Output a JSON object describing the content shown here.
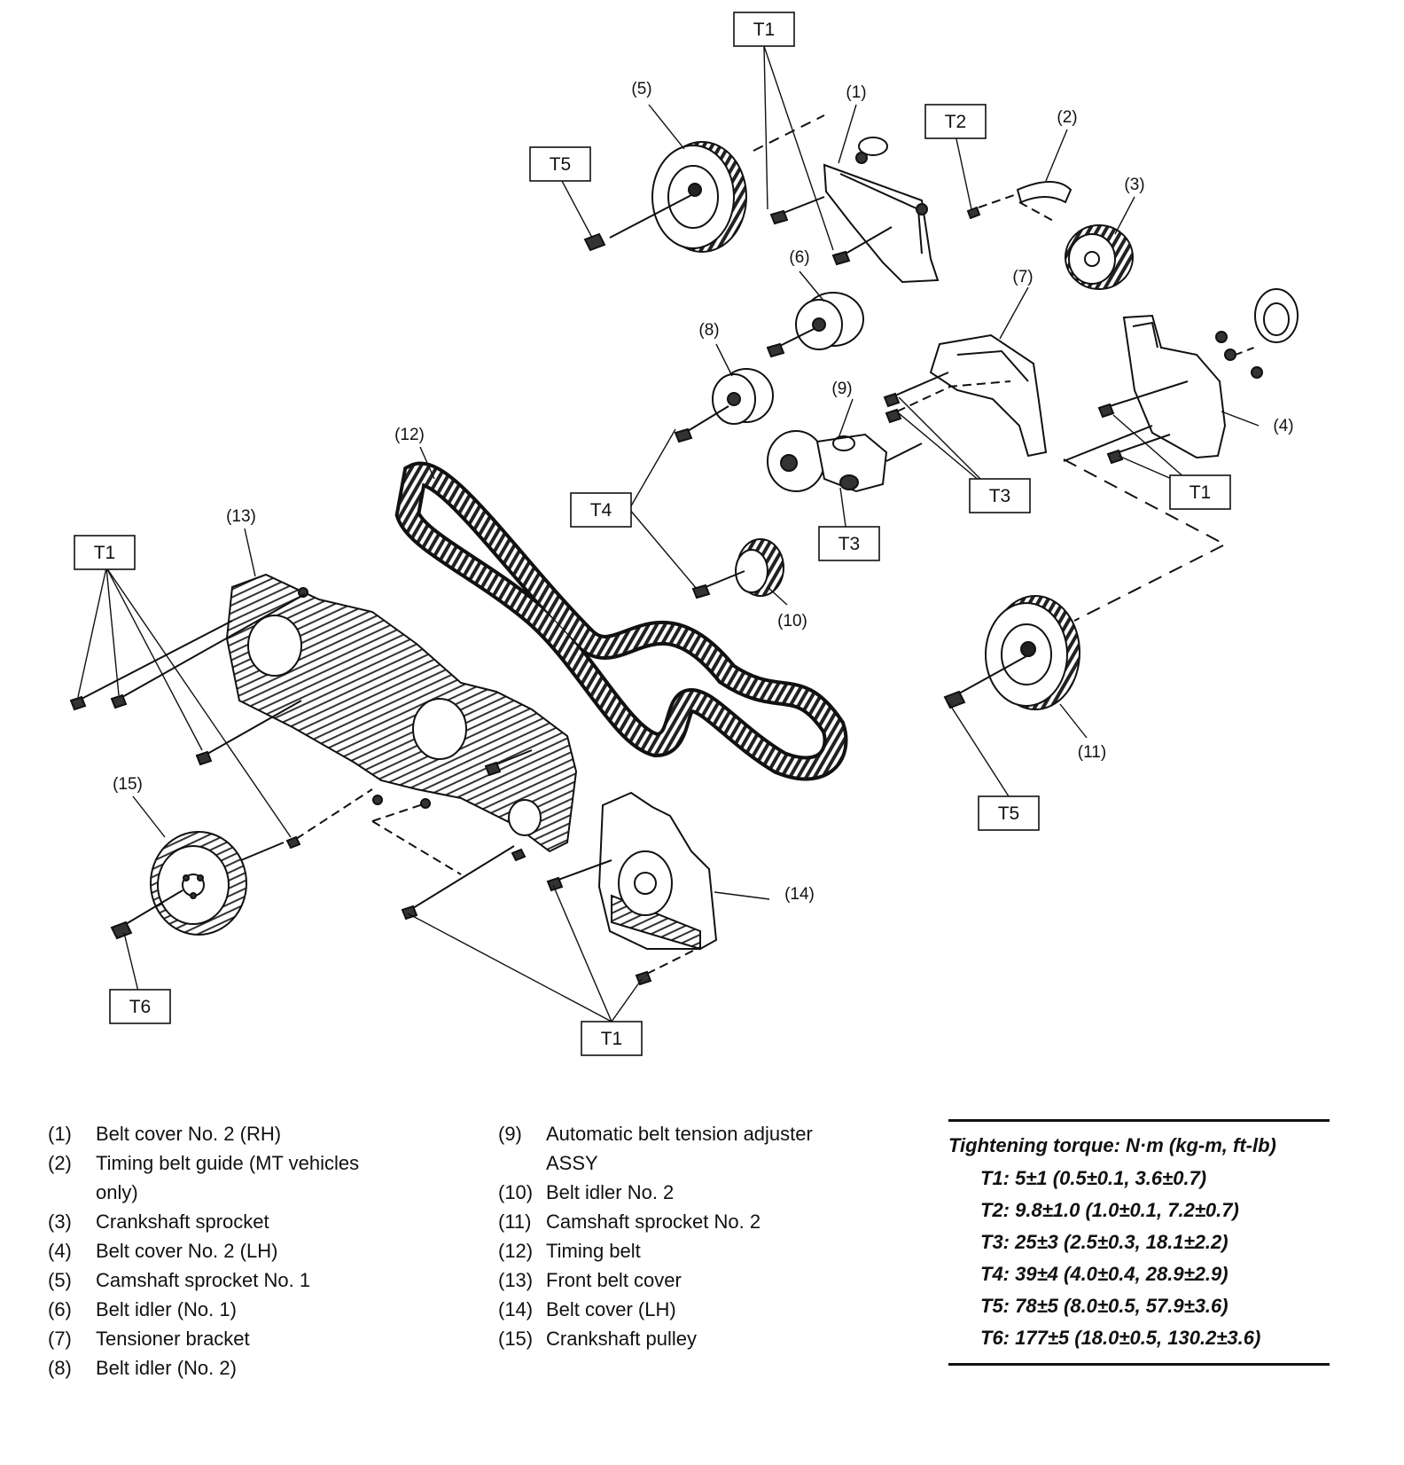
{
  "diagram": {
    "callouts": {
      "t1_top": "T1",
      "t2": "T2",
      "t5_top": "T5",
      "t4": "T4",
      "t3_a": "T3",
      "t3_b": "T3",
      "t1_right": "T1",
      "t1_left": "T1",
      "t5_right": "T5",
      "t6": "T6",
      "t1_bottom": "T1"
    },
    "part_labels": {
      "p1": "(1)",
      "p2": "(2)",
      "p3": "(3)",
      "p4": "(4)",
      "p5": "(5)",
      "p6": "(6)",
      "p7": "(7)",
      "p8": "(8)",
      "p9": "(9)",
      "p10": "(10)",
      "p11": "(11)",
      "p12": "(12)",
      "p13": "(13)",
      "p14": "(14)",
      "p15": "(15)"
    }
  },
  "legend": {
    "column1": [
      {
        "num": "(1)",
        "text": "Belt cover No. 2 (RH)"
      },
      {
        "num": "(2)",
        "text": "Timing belt guide (MT vehicles\nonly)"
      },
      {
        "num": "(3)",
        "text": "Crankshaft sprocket"
      },
      {
        "num": "(4)",
        "text": "Belt cover No. 2 (LH)"
      },
      {
        "num": "(5)",
        "text": "Camshaft sprocket No. 1"
      },
      {
        "num": "(6)",
        "text": "Belt idler (No. 1)"
      },
      {
        "num": "(7)",
        "text": "Tensioner bracket"
      },
      {
        "num": "(8)",
        "text": "Belt idler (No. 2)"
      }
    ],
    "column2": [
      {
        "num": "(9)",
        "text": "Automatic belt tension adjuster\nASSY"
      },
      {
        "num": "(10)",
        "text": "Belt idler No. 2"
      },
      {
        "num": "(11)",
        "text": "Camshaft sprocket No. 2"
      },
      {
        "num": "(12)",
        "text": "Timing belt"
      },
      {
        "num": "(13)",
        "text": "Front belt cover"
      },
      {
        "num": "(14)",
        "text": "Belt cover (LH)"
      },
      {
        "num": "(15)",
        "text": "Crankshaft pulley"
      }
    ]
  },
  "torque": {
    "title": "Tightening torque: N·m (kg-m, ft-lb)",
    "specs": [
      "T1: 5±1 (0.5±0.1, 3.6±0.7)",
      "T2: 9.8±1.0 (1.0±0.1, 7.2±0.7)",
      "T3: 25±3 (2.5±0.3, 18.1±2.2)",
      "T4: 39±4 (4.0±0.4, 28.9±2.9)",
      "T5: 78±5 (8.0±0.5, 57.9±3.6)",
      "T6: 177±5 (18.0±0.5, 130.2±3.6)"
    ]
  }
}
